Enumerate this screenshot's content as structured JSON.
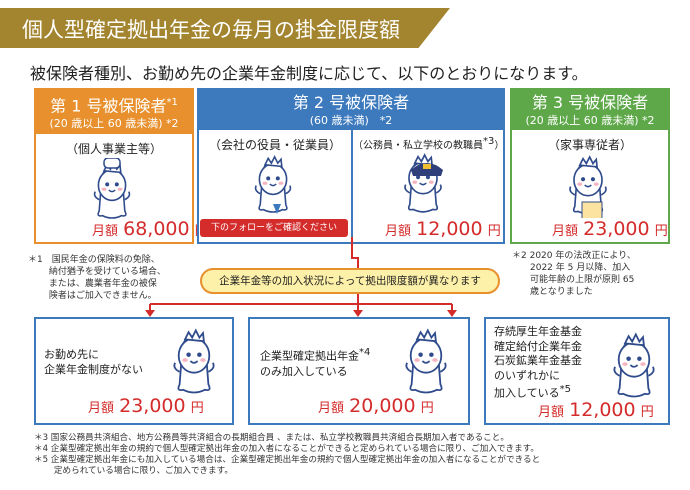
{
  "title": "個人型確定拠出年金の毎月の掛金限度額",
  "subtitle": "被保険者種別、お勤め先の企業年金制度に応じて、以下のとおりになります。",
  "type1": {
    "title": "第 1 号被保険者",
    "title_mark": "*1",
    "age": "(20 歳以上 60 歳未満)",
    "age_mark": "*2",
    "category": "（個人事業主等）",
    "amount_label": "月額",
    "amount": "68,000",
    "unit": "円"
  },
  "type2": {
    "title": "第 2 号被保険者",
    "age": "(60 歳未満)",
    "age_mark": "*2",
    "category_left": "（会社の役員・従業員）",
    "category_right": "（公務員・私立学校の教職員",
    "category_right_mark": "*3",
    "category_right_end": "）",
    "follow_note": "下のフォローをご確認ください",
    "amount_label": "月額",
    "amount": "12,000",
    "unit": "円"
  },
  "type3": {
    "title": "第 3 号被保険者",
    "age": "(20 歳以上 60 歳未満)",
    "age_mark": "*2",
    "category": "（家事専従者）",
    "amount_label": "月額",
    "amount": "23,000",
    "unit": "円"
  },
  "note1": [
    "＊1　国民年金の保険料の免除、",
    "　　 納付猶予を受けている場合、",
    "　　 または、農業者年金の被保",
    "　　 険者はご加入できません。"
  ],
  "note2": [
    "＊2  2020 年の法改正により、",
    "　　2022 年 5 月以降、加入",
    "　　可能年齢の上限が原則 65",
    "　　歳となりました"
  ],
  "pension_notice": "企業年金等の加入状況によって拠出限度額が異なります",
  "bottom": [
    {
      "lines": [
        "お勤め先に",
        "企業年金制度がない"
      ],
      "mark": "",
      "amount_label": "月額",
      "amount": "23,000",
      "unit": "円"
    },
    {
      "lines": [
        "企業型確定拠出年金",
        "のみ加入している"
      ],
      "mark": "*4",
      "amount_label": "月額",
      "amount": "20,000",
      "unit": "円"
    },
    {
      "lines": [
        "存続厚生年金基金",
        "確定給付企業年金",
        "石炭鉱業年金基金",
        "のいずれかに",
        "加入している"
      ],
      "mark": "*5",
      "amount_label": "月額",
      "amount": "12,000",
      "unit": "円"
    }
  ],
  "footnotes": [
    "＊3  国家公務員共済組合、地方公務員等共済組合の長期組合員 、または、私立学校教職員共済組合長期加入者であること。",
    "＊4  企業型確定拠出年金の規約で個人型確定拠出年金の加入者になることができると定められている場合に限り、ご加入できます。",
    "＊5  企業型確定拠出年金にも加入している場合は、企業型確定拠出年金の規約で個人型確定拠出年金の加入者になることができると",
    "　　 定められている場合に限り、ご加入できます。"
  ],
  "colors": {
    "orange": "#e8902e",
    "blue": "#3c79bd",
    "green": "#5ea84a",
    "red": "#d42b2b",
    "gold": "#a3842f",
    "yellow": "#fdf0a8"
  }
}
